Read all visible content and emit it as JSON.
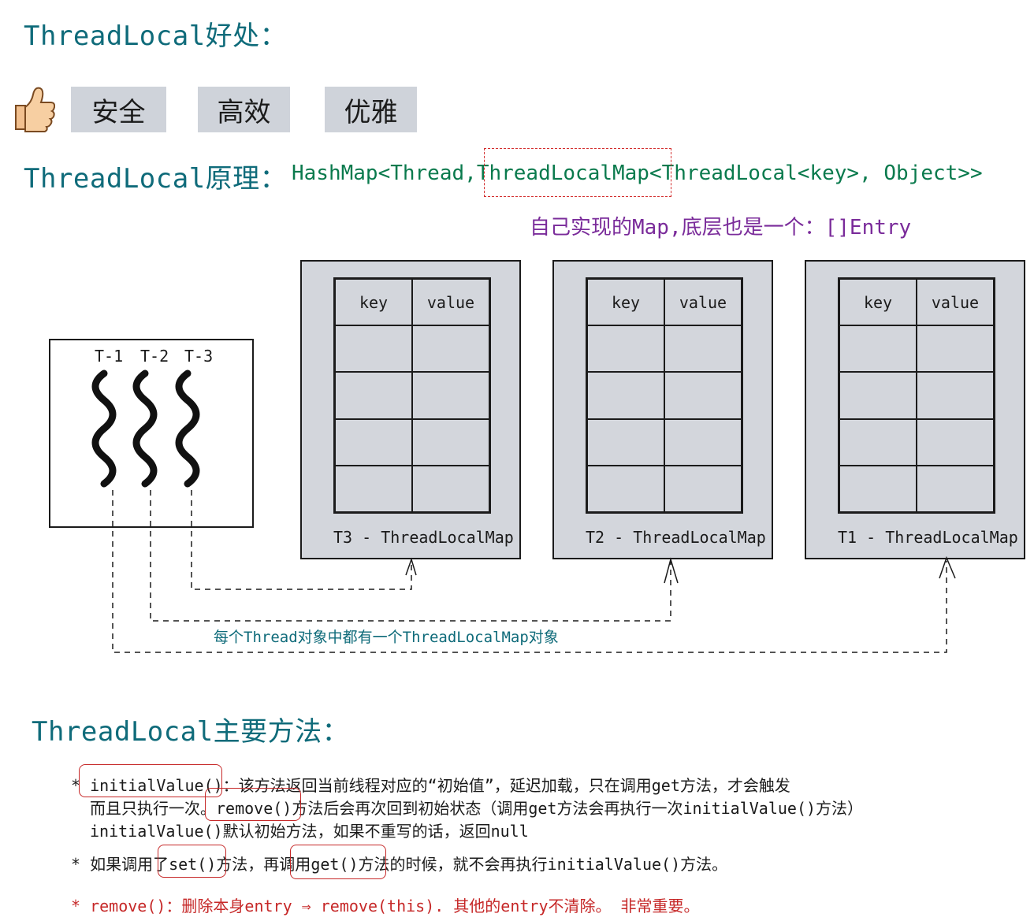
{
  "headings": {
    "benefits": "ThreadLocal好处：",
    "principle": "ThreadLocal原理：",
    "methods": "ThreadLocal主要方法："
  },
  "badges": [
    "安全",
    "高效",
    "优雅"
  ],
  "principle_formula": {
    "prefix": "HashMap<Thread,",
    "highlight": "ThreadLocalMap",
    "suffix": "<ThreadLocal<key>, Object>>"
  },
  "map_note": "自己实现的Map,底层也是一个：[]Entry",
  "threads": [
    "T-1",
    "T-2",
    "T-3"
  ],
  "maps": [
    {
      "header_key": "key",
      "header_value": "value",
      "label": "T3 - ThreadLocalMap"
    },
    {
      "header_key": "key",
      "header_value": "value",
      "label": "T2 - ThreadLocalMap"
    },
    {
      "header_key": "key",
      "header_value": "value",
      "label": "T1 - ThreadLocalMap"
    }
  ],
  "arrow_note": "每个Thread对象中都有一个ThreadLocalMap对象",
  "methods": {
    "bullet1": {
      "star": "*",
      "name": "initialValue()",
      "text_a": "：该方法返回当前线程对应的“初始值”，延迟加载，只在调用get方法，才会触发",
      "line2_a": "而且只执行一次。",
      "line2_name": "remove()",
      "line2_b": "方法后会再次回到初始状态（调用get方法会再执行一次initialValue()方法）",
      "line3": "initialValue()默认初始方法，如果不重写的话，返回null"
    },
    "bullet2": {
      "star": "*",
      "a": "如果调用了",
      "set": "set()",
      "b": "方法，再调用",
      "get": "get()",
      "c": "方法的时候，就不会再执行initialValue()方法。"
    },
    "bullet3": "* remove()：删除本身entry ⇒ remove(this). 其他的entry不清除。 非常重要。"
  },
  "colors": {
    "heading": "#0f6b7a",
    "formula": "#0a7a4d",
    "note": "#7a2b9a",
    "highlight_box": "#d32f2f",
    "box_fill": "#d3d6dc"
  }
}
